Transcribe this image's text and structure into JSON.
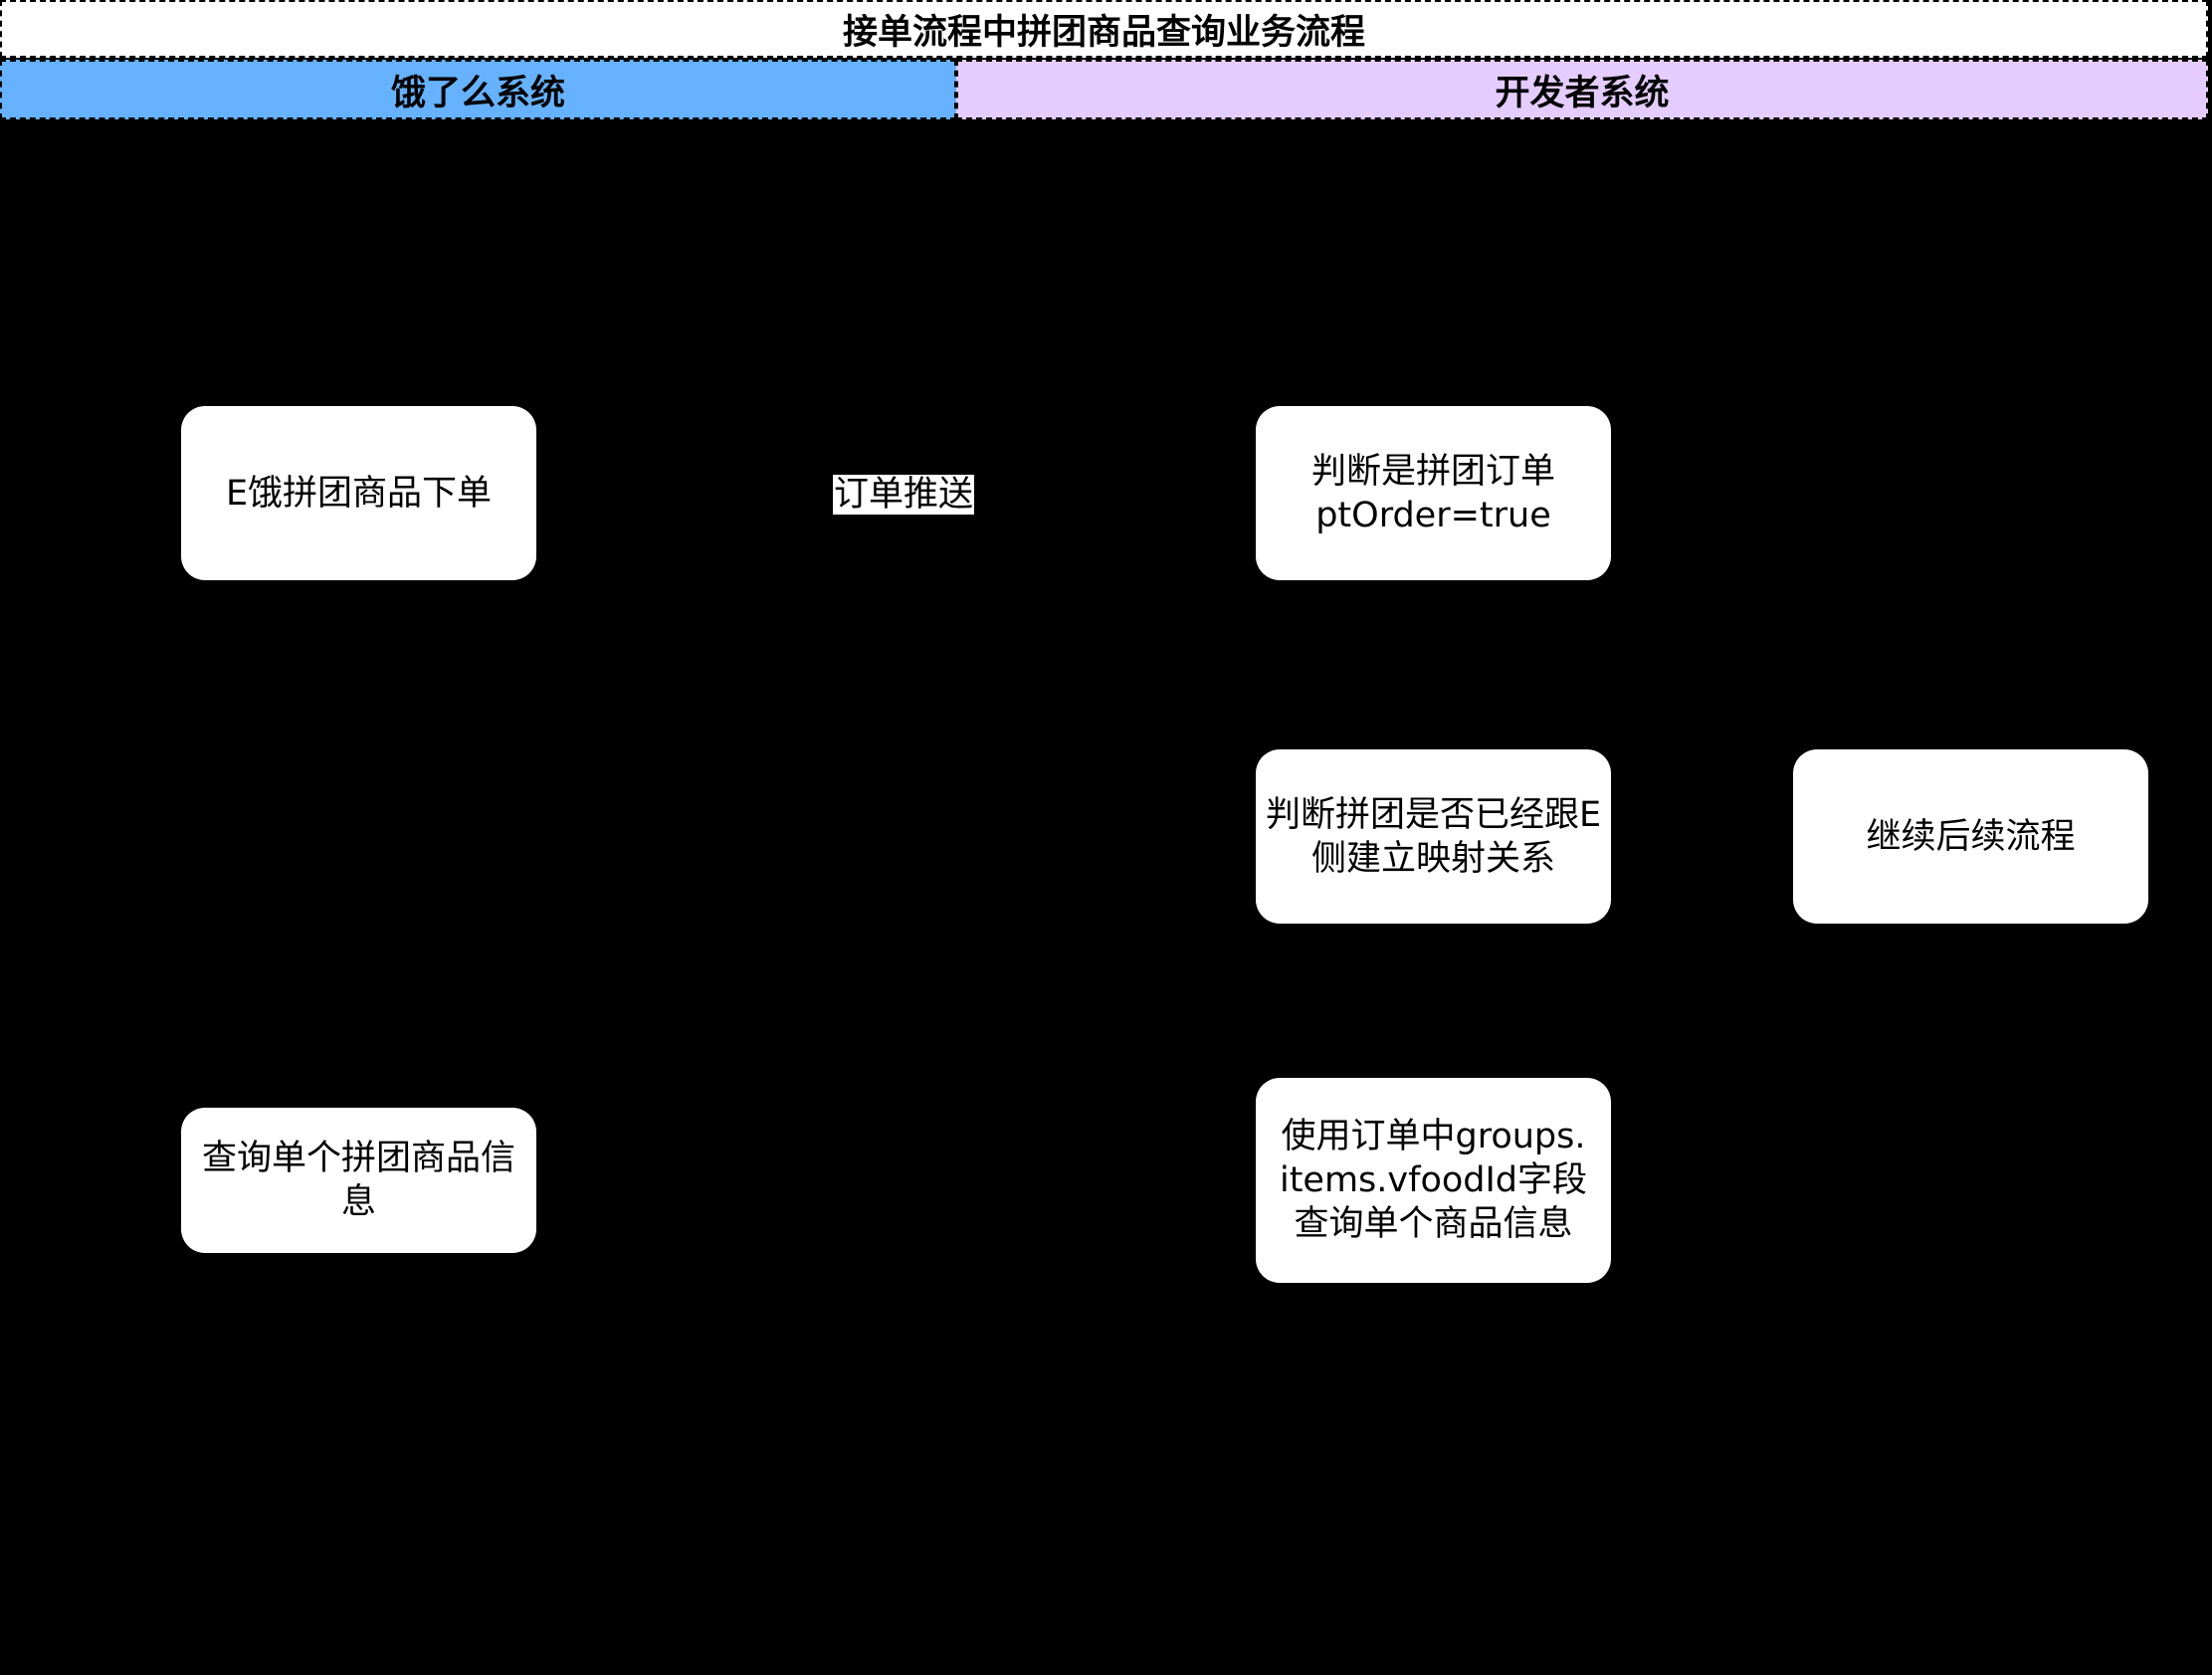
{
  "diagram": {
    "title": "接单流程中拼团商品查询业务流程",
    "lanes": [
      {
        "label": "饿了么系统",
        "color": "#66b2ff"
      },
      {
        "label": "开发者系统",
        "color": "#e5ccff"
      }
    ],
    "nodes": {
      "place_order": "E饿拼团商品下单",
      "check_group_order": "判断是拼团订单\nptOrder=true",
      "check_mapping": "判断拼团是否已经跟E\n侧建立映射关系",
      "continue_flow": "继续后续流程",
      "query_with_vfoodid": "使用订单中groups.\nitems.vfoodId字段\n查询单个商品信息",
      "query_single_item": "查询单个拼团商品信\n息"
    },
    "edge_labels": {
      "order_push": "订单推送"
    }
  }
}
